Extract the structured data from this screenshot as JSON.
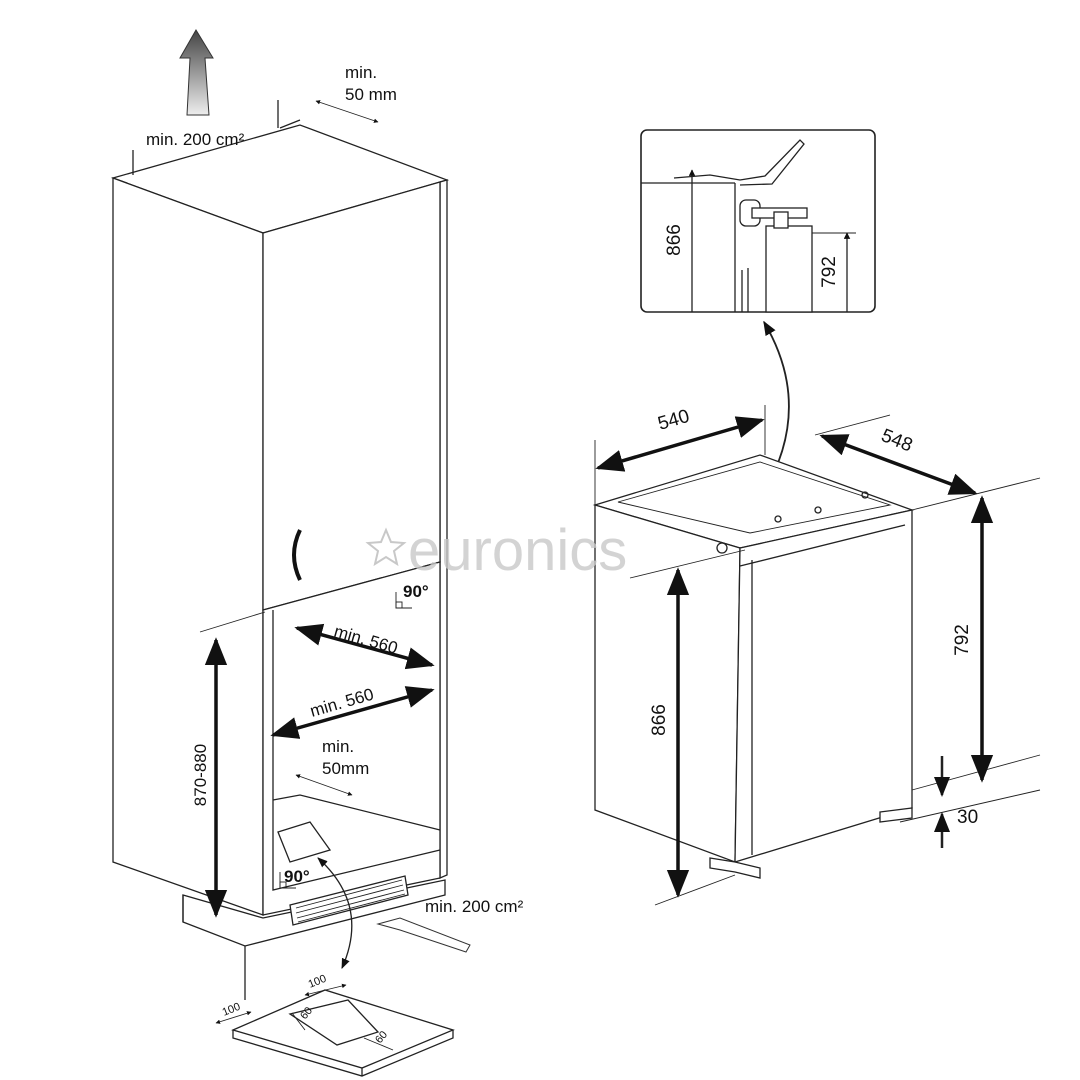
{
  "left_cabinet": {
    "vent_top": "min. 200 cm²",
    "gap_top_line1": "min.",
    "gap_top_line2": "50 mm",
    "angle_upper": "90°",
    "width_upper": "min. 560",
    "width_lower": "min. 560",
    "gap_back_line1": "min.",
    "gap_back_line2": "50mm",
    "niche_height": "870-880",
    "angle_lower": "90°",
    "vent_bottom": "min. 200 cm²"
  },
  "vent_detail": {
    "dim_a": "100",
    "dim_b": "100",
    "dim_c": "60",
    "dim_d": "60"
  },
  "hinge_inset": {
    "height_total": "866",
    "height_door": "792"
  },
  "appliance": {
    "width": "540",
    "depth": "548",
    "height_total": "866",
    "height_door": "792",
    "plinth_gap": "30"
  },
  "watermark": "euronics"
}
